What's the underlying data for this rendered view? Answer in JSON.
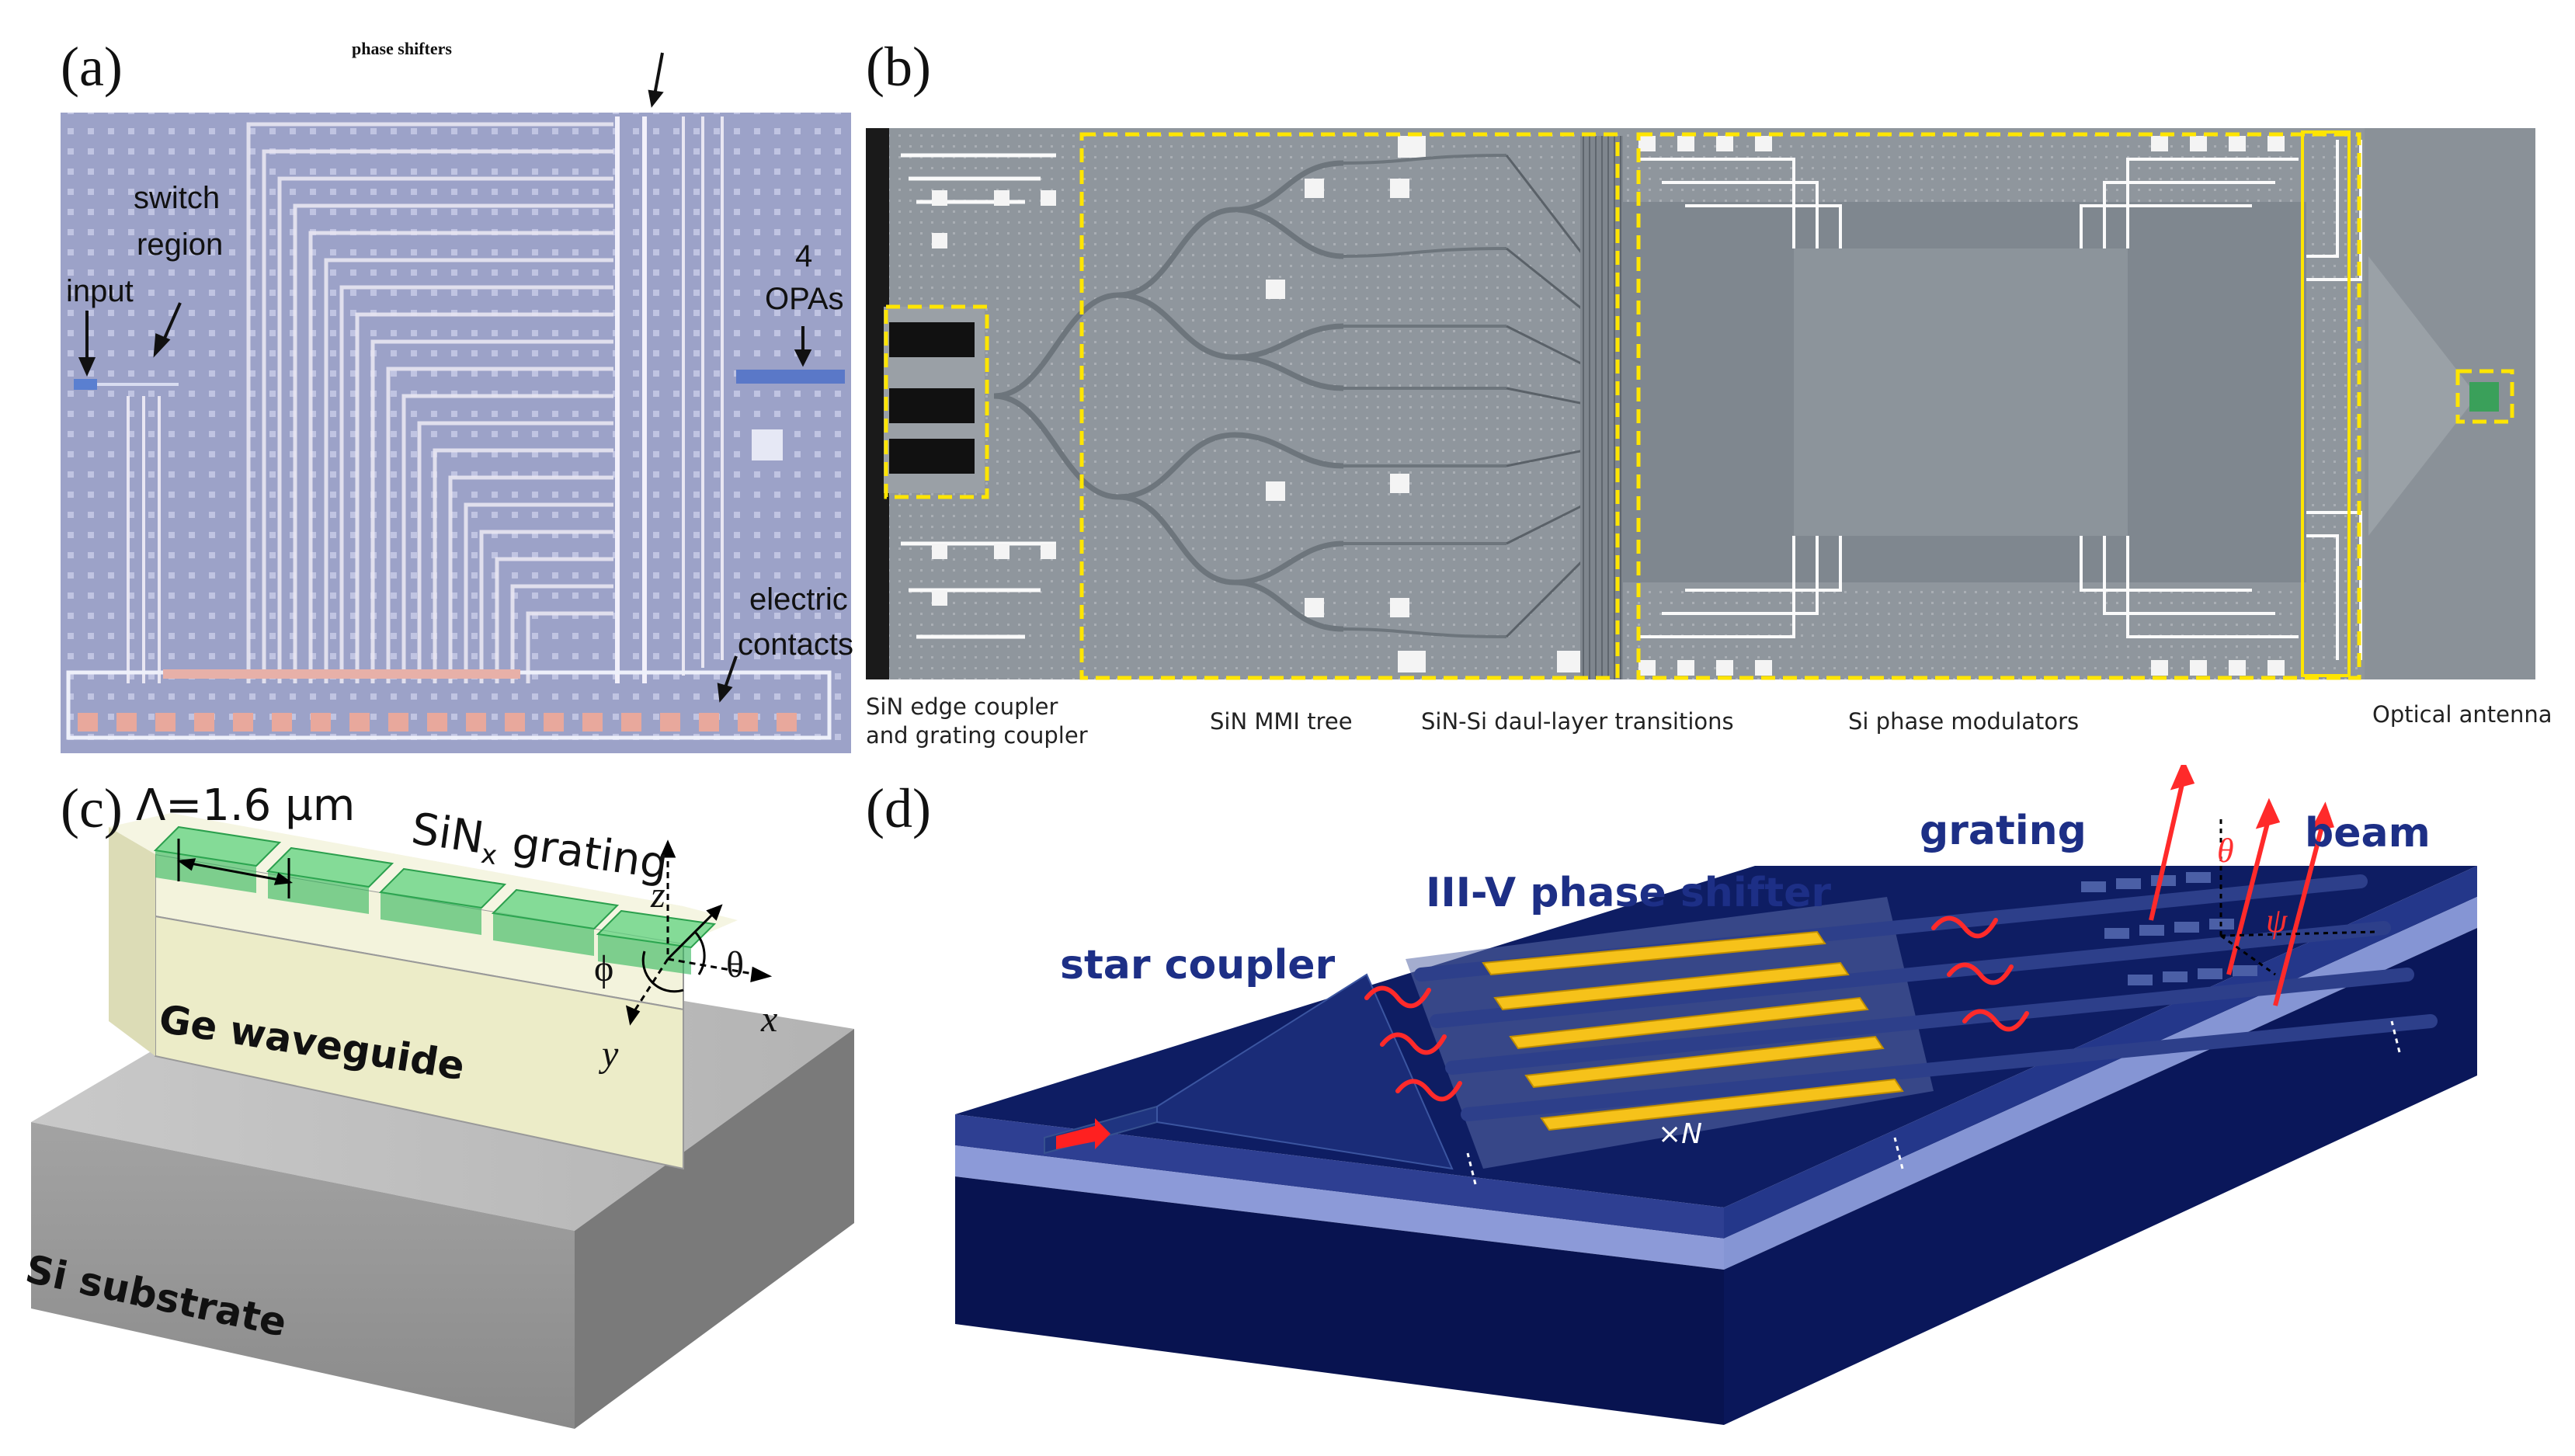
{
  "panels": {
    "a": {
      "label": "(a)",
      "annotations": {
        "phase_shifters": "phase shifters",
        "switch": "switch",
        "region": "region",
        "input": "input",
        "opas_num": "4",
        "opas": "OPAs",
        "electric": "electric",
        "contacts": "contacts"
      }
    },
    "b": {
      "label": "(b)",
      "captions": {
        "edge_coupler_1": "SiN edge coupler",
        "edge_coupler_2": "and grating coupler",
        "mmi_tree": "SiN MMI tree",
        "transitions": "SiN-Si daul-layer transitions",
        "modulators": "Si phase modulators",
        "antenna": "Optical antenna"
      }
    },
    "c": {
      "label": "(c)",
      "annotations": {
        "period": "Λ=1.6 µm",
        "grating_pre": "SiN",
        "grating_sub": "x",
        "grating_post": " grating",
        "z": "z",
        "x": "x",
        "y": "y",
        "phi": "ϕ",
        "theta": "θ",
        "waveguide": "Ge waveguide",
        "substrate": "Si substrate"
      }
    },
    "d": {
      "label": "(d)",
      "annotations": {
        "grating": "grating",
        "beam": "beam",
        "phase_shifter": "III-V phase shifter",
        "star_coupler": "star coupler",
        "multiplier": "×N",
        "theta": "θ",
        "psi": "ψ"
      }
    }
  },
  "colors": {
    "chip_a": "#9aa0c6",
    "chip_b": "#8e959c",
    "highlight": "#ffe500",
    "grating_green": "#5fd07d",
    "substrate_d": "#0d1b5e",
    "gold": "#f6c21a",
    "laser_red": "#ff2020"
  }
}
